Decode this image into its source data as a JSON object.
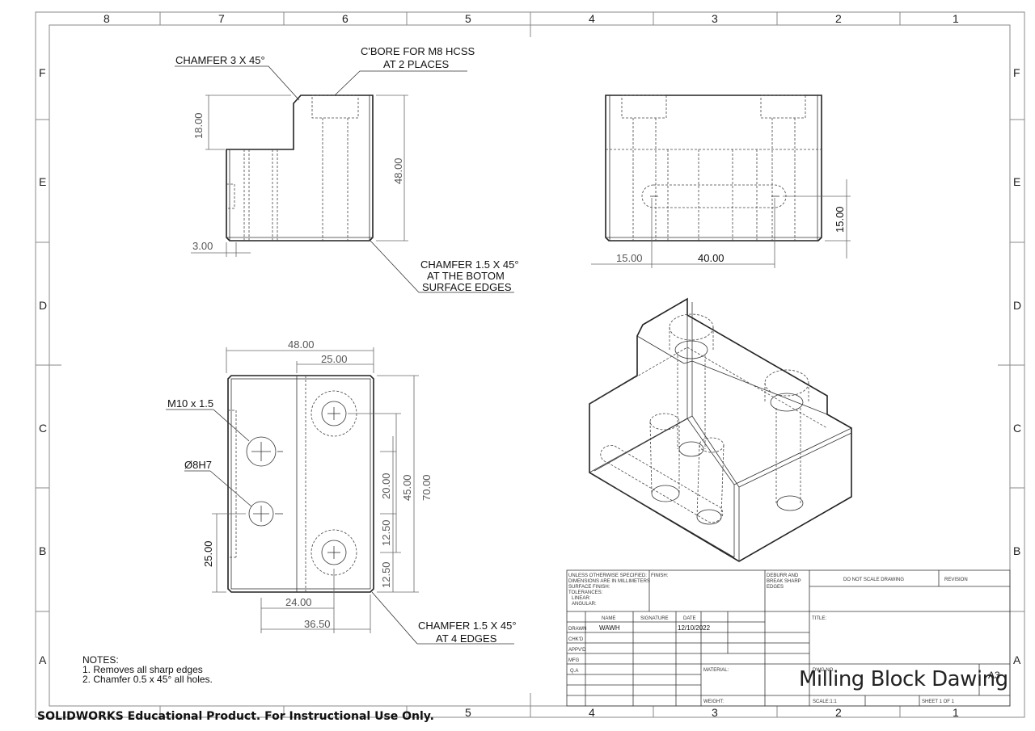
{
  "zones": {
    "columns": [
      "8",
      "7",
      "6",
      "5",
      "4",
      "3",
      "2",
      "1"
    ],
    "rows": [
      "F",
      "E",
      "D",
      "C",
      "B",
      "A"
    ]
  },
  "front_view": {
    "chamfer_top": "CHAMFER 3 X 45°",
    "cbore_line1": "C'BORE FOR M8 HCSS",
    "cbore_line2": "AT 2 PLACES",
    "dim_18": "18.00",
    "dim_48": "48.00",
    "dim_3": "3.00",
    "chamfer_bottom_line1": "CHAMFER 1.5 X 45°",
    "chamfer_bottom_line2": "AT THE BOTOM",
    "chamfer_bottom_line3": "SURFACE EDGES"
  },
  "side_view": {
    "dim_15h": "15.00",
    "dim_40": "40.00",
    "dim_15v": "15.00"
  },
  "top_view": {
    "dim_48": "48.00",
    "dim_25": "25.00",
    "thread_label": "M10 x 1.5",
    "hole_label": "Ø8H7",
    "dim_20": "20.00",
    "dim_45": "45.00",
    "dim_70": "70.00",
    "dim_12a": "12.50",
    "dim_12b": "12.50",
    "dim_25v": "25.00",
    "dim_24": "24.00",
    "dim_36": "36.50",
    "chamfer_line1": "CHAMFER 1.5 X 45°",
    "chamfer_line2": "AT 4 EDGES"
  },
  "notes": {
    "heading": "NOTES:",
    "items": [
      "1. Removes all sharp edges",
      "2. Chamfer 0.5 x 45° all holes."
    ]
  },
  "title_block": {
    "unless_lines": [
      "UNLESS OTHERWISE SPECIFIED:",
      "DIMENSIONS ARE IN MILLIMETERS",
      "SURFACE FINISH:",
      "TOLERANCES:",
      "LINEAR:",
      "ANGULAR:"
    ],
    "finish": "FINISH:",
    "deburr_lines": [
      "DEBURR AND",
      "BREAK SHARP",
      "EDGES"
    ],
    "do_not_scale": "DO NOT SCALE DRAWING",
    "revision": "REVISION",
    "col_name": "NAME",
    "col_signature": "SIGNATURE",
    "col_date": "DATE",
    "title_label": "TITLE:",
    "rows": [
      "DRAWN",
      "CHK'D",
      "APPV'D",
      "MFG",
      "Q.A"
    ],
    "drawn_name": "WAWH",
    "drawn_date": "12/10/2022",
    "material": "MATERIAL:",
    "dwg_no": "DWG NO.",
    "weight": "WEIGHT:",
    "scale": "SCALE:1:1",
    "sheet": "SHEET 1 OF 1",
    "drawing_title": "Milling Block Dawing",
    "size": "A3"
  },
  "footer": "SOLIDWORKS Educational Product. For Instructional Use Only."
}
